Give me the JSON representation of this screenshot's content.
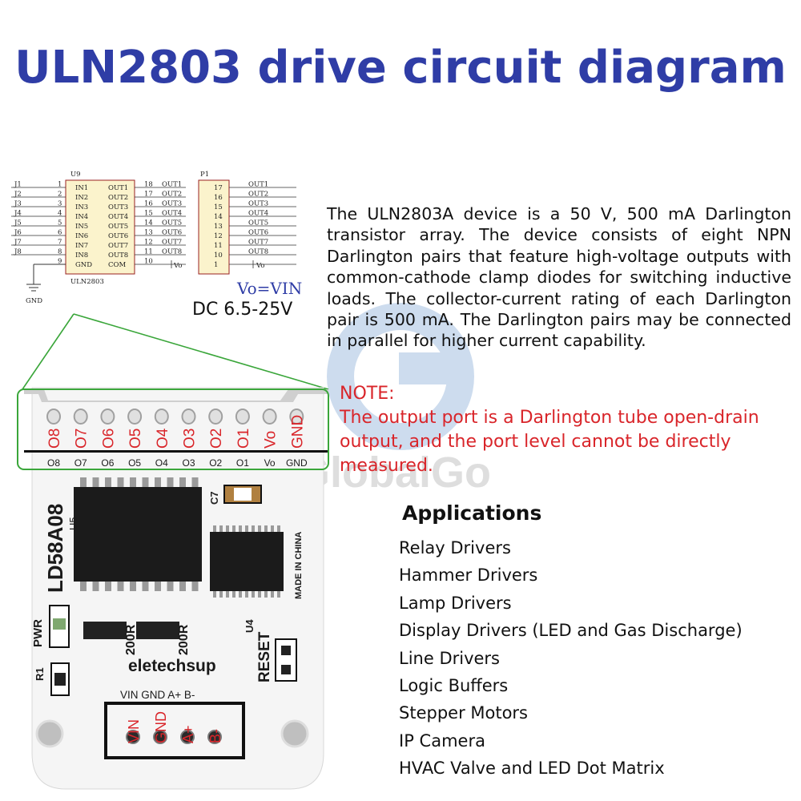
{
  "title": "ULN2803 drive circuit diagram",
  "schematic": {
    "u9_ref": "U9",
    "u9_part": "ULN2803",
    "p1_ref": "P1",
    "gnd_label": "GND",
    "vo_label": "Vo",
    "j_labels": [
      "J1",
      "J2",
      "J3",
      "J4",
      "J5",
      "J6",
      "J7",
      "J8"
    ],
    "left_pin_numbers": [
      "1",
      "2",
      "3",
      "4",
      "5",
      "6",
      "7",
      "8",
      "9"
    ],
    "left_pin_names": [
      "IN1",
      "IN2",
      "IN3",
      "IN4",
      "IN5",
      "IN6",
      "IN7",
      "IN8",
      "GND"
    ],
    "right_pin_names": [
      "OUT1",
      "OUT2",
      "OUT3",
      "OUT4",
      "OUT5",
      "OUT6",
      "OUT7",
      "OUT8",
      "COM"
    ],
    "right_pin_numbers": [
      "18",
      "17",
      "16",
      "15",
      "14",
      "13",
      "12",
      "11",
      "10"
    ],
    "net_labels": [
      "OUT1",
      "OUT2",
      "OUT3",
      "OUT4",
      "OUT5",
      "OUT6",
      "OUT7",
      "OUT8"
    ],
    "p1_pin_numbers": [
      "17",
      "16",
      "15",
      "14",
      "13",
      "12",
      "11",
      "10",
      "1"
    ],
    "p1_net_labels": [
      "OUT1",
      "OUT2",
      "OUT3",
      "OUT4",
      "OUT5",
      "OUT6",
      "OUT7",
      "OUT8"
    ]
  },
  "vo_vin": "Vo=VIN",
  "dc_range": "DC 6.5-25V",
  "description": "The ULN2803A device is a 50 V, 500 mA Darlington transistor array. The device consists of eight NPN Darlington pairs that feature high-voltage outputs with common-cathode clamp diodes for switching inductive loads. The collector-current rating of each Darlington pair is 500 mA. The Darlington pairs may be connected in parallel for higher current capability.",
  "note_label": "NOTE:",
  "note_text": "The output port is a Darlington tube open-drain output, and the port level cannot be directly measured.",
  "board": {
    "pin_labels_red": [
      "O8",
      "O7",
      "O6",
      "O5",
      "O4",
      "O3",
      "O2",
      "O1",
      "Vo",
      "GND"
    ],
    "pin_labels_silk": [
      "O8",
      "O7",
      "O6",
      "O5",
      "O4",
      "O3",
      "O2",
      "O1",
      "Vo",
      "GND"
    ],
    "chip_label": "LD58A08",
    "chip_ref": "U5",
    "cap_ref": "C7",
    "made_in": "MADE IN CHINA",
    "u4_ref": "U4",
    "pwr_label": "PWR",
    "r1_label": "R1",
    "res1": "200R",
    "res2": "200R",
    "brand": "eletechsup",
    "reset_label": "RESET",
    "bottom_silk": "VIN GND A+ B-",
    "bottom_red": [
      "VIN",
      "GND",
      "A+",
      "B-"
    ]
  },
  "watermark": "GlobalGo",
  "applications_title": "Applications",
  "applications": [
    "Relay Drivers",
    "Hammer Drivers",
    "Lamp Drivers",
    "Display Drivers (LED and Gas Discharge)",
    "Line Drivers",
    "Logic Buffers",
    "Stepper Motors",
    "IP Camera",
    "HVAC Valve and LED Dot Matrix"
  ],
  "colors": {
    "title": "#2f3da6",
    "note": "#d9252a",
    "highlight_box": "#3aa63a",
    "pcb": "#f4f4f4"
  }
}
